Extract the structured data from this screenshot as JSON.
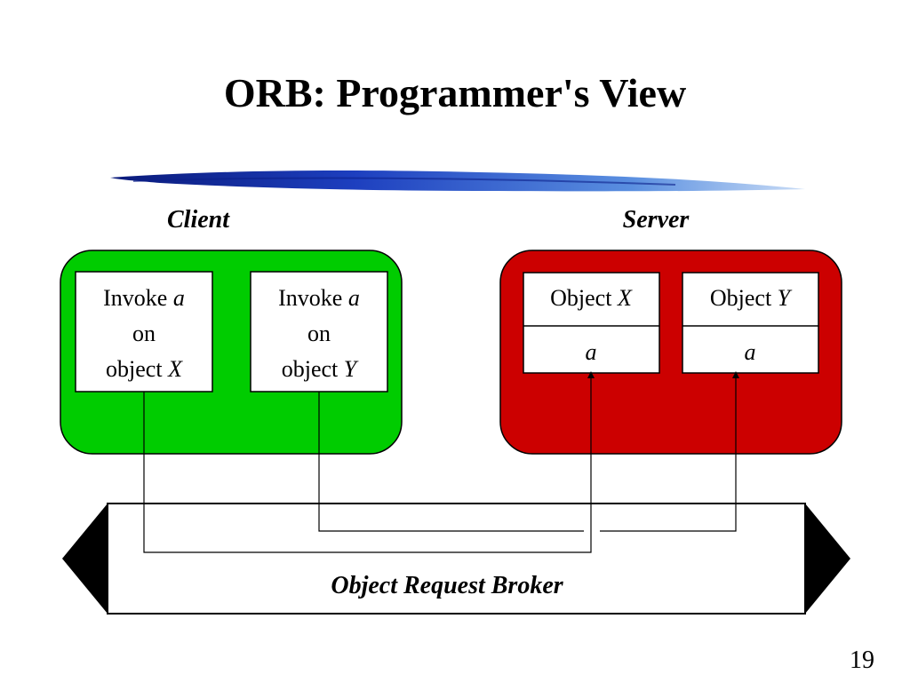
{
  "slide": {
    "title": "ORB: Programmer's View",
    "page_number": "19"
  },
  "client": {
    "label": "Client",
    "color": "#00cc00",
    "invocations": [
      {
        "line1_prefix": "Invoke ",
        "line1_var": "a",
        "line2": "on",
        "line3_prefix": "object ",
        "line3_var": "X"
      },
      {
        "line1_prefix": "Invoke ",
        "line1_var": "a",
        "line2": "on",
        "line3_prefix": "object ",
        "line3_var": "Y"
      }
    ]
  },
  "server": {
    "label": "Server",
    "color": "#cc0000",
    "objects": [
      {
        "name_prefix": "Object ",
        "name_var": "X",
        "method": "a"
      },
      {
        "name_prefix": "Object ",
        "name_var": "Y",
        "method": "a"
      }
    ]
  },
  "broker": {
    "label": "Object Request Broker"
  }
}
